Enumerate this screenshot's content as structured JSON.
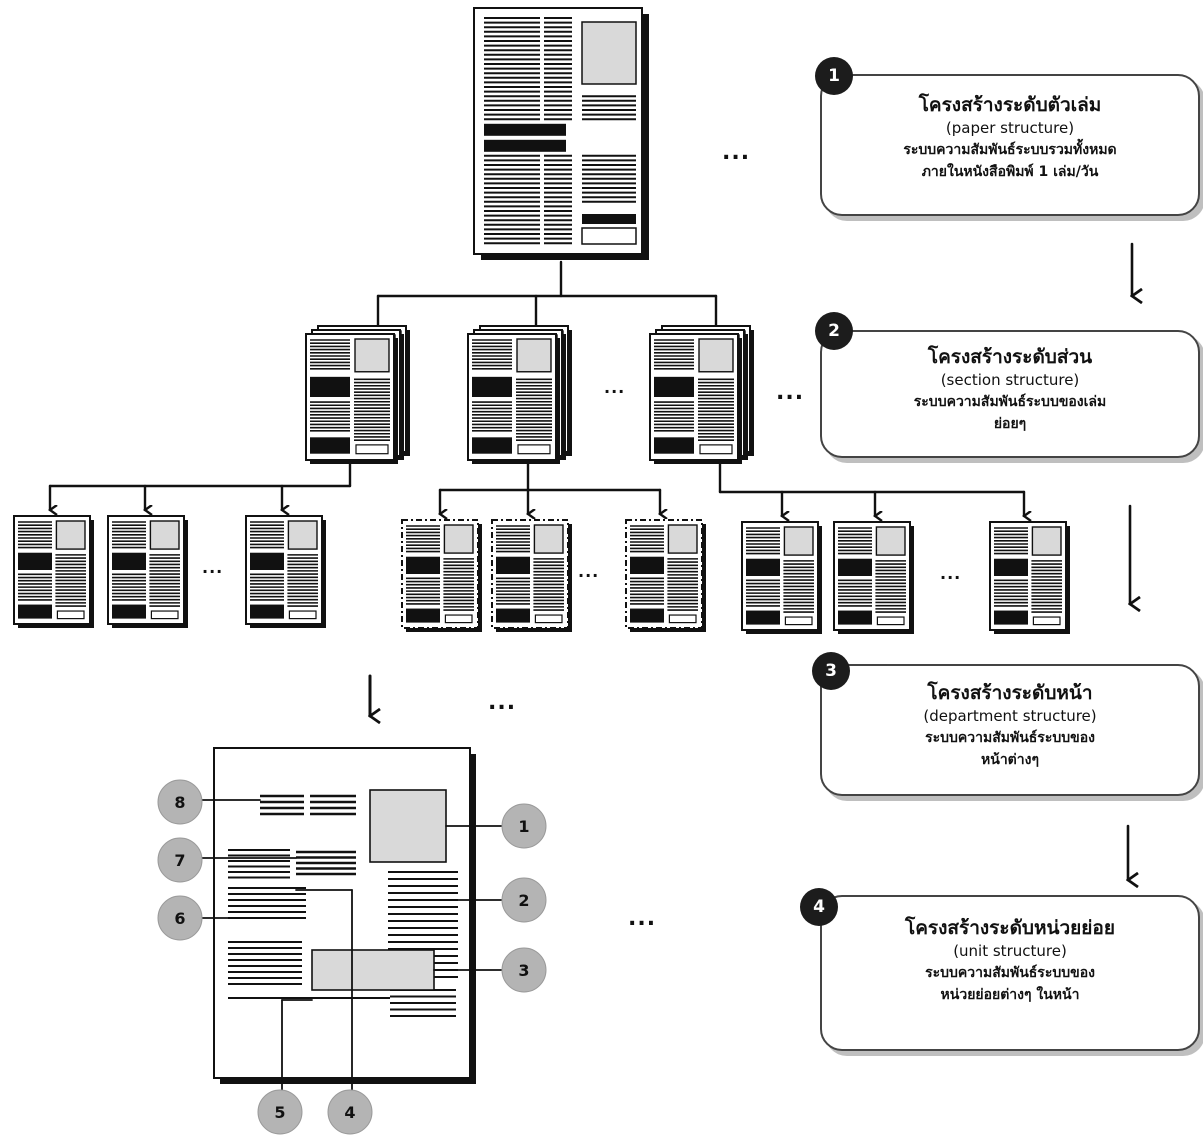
{
  "levels": [
    {
      "number": "1",
      "title": "โครงสร้างระดับตัวเล่ม",
      "subtitle": "(paper structure)",
      "desc1": "ระบบความสัมพันธ์ระบบรวมทั้งหมด",
      "desc2": "ภายในหนังสือพิมพ์ 1 เล่ม/วัน"
    },
    {
      "number": "2",
      "title": "โครงสร้างระดับส่วน",
      "subtitle": "(section structure)",
      "desc1": "ระบบความสัมพันธ์ระบบของเล่ม",
      "desc2": "ย่อยๆ"
    },
    {
      "number": "3",
      "title": "โครงสร้างระดับหน้า",
      "subtitle": "(department structure)",
      "desc1": "ระบบความสัมพันธ์ระบบของ",
      "desc2": "หน้าต่างๆ"
    },
    {
      "number": "4",
      "title": "โครงสร้างระดับหน่วยย่อย",
      "subtitle": "(unit structure)",
      "desc1": "ระบบความสัมพันธ์ระบบของ",
      "desc2": "หน่วยย่อยต่างๆ ในหน้า"
    }
  ],
  "ellipsis": "...",
  "unit_markers": [
    "1",
    "2",
    "3",
    "4",
    "5",
    "6",
    "7",
    "8"
  ],
  "colors": {
    "badge": "#1c1c1c",
    "marker": "#b4b4b4",
    "line": "#111111",
    "photo_fill": "#d9d9d9"
  }
}
